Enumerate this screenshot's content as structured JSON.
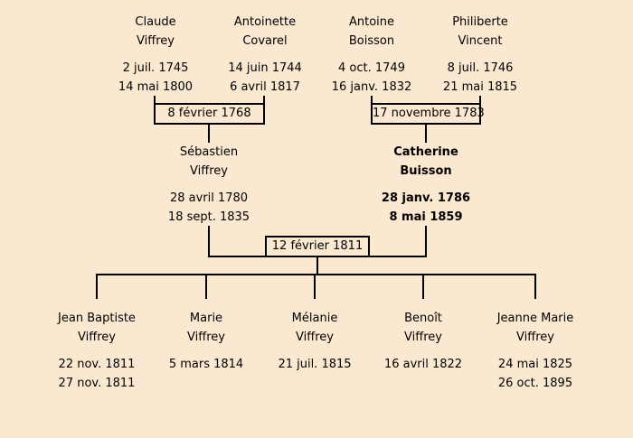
{
  "colors": {
    "background": "#fbe8d0",
    "line": "#000000",
    "text": "#000000"
  },
  "tree": {
    "gen1": [
      {
        "first": "Claude",
        "last": "Viffrey",
        "birth": "2 juil. 1745",
        "death": "14 mai 1800"
      },
      {
        "first": "Antoinette",
        "last": "Covarel",
        "birth": "14 juin 1744",
        "death": "6 avril 1817"
      },
      {
        "first": "Antoine",
        "last": "Boisson",
        "birth": "4 oct. 1749",
        "death": "16 janv. 1832"
      },
      {
        "first": "Philiberte",
        "last": "Vincent",
        "birth": "8 juil. 1746",
        "death": "21 mai 1815"
      }
    ],
    "marriages": [
      {
        "date": "8 février 1768"
      },
      {
        "date": "17 novembre 1783"
      },
      {
        "date": "12 février 1811"
      }
    ],
    "gen2": [
      {
        "first": "Sébastien",
        "last": "Viffrey",
        "birth": "28 avril 1780",
        "death": "18 sept. 1835"
      },
      {
        "first": "Catherine",
        "last": "Buisson",
        "birth": "28 janv. 1786",
        "death": "8 mai 1859"
      }
    ],
    "gen3": [
      {
        "first": "Jean Baptiste",
        "last": "Viffrey",
        "birth": "22 nov. 1811",
        "death": "27 nov. 1811"
      },
      {
        "first": "Marie",
        "last": "Viffrey",
        "birth": "5 mars 1814",
        "death": ""
      },
      {
        "first": "Mélanie",
        "last": "Viffrey",
        "birth": "21 juil. 1815",
        "death": ""
      },
      {
        "first": "Benoît",
        "last": "Viffrey",
        "birth": "16 avril 1822",
        "death": ""
      },
      {
        "first": "Jeanne Marie",
        "last": "Viffrey",
        "birth": "24 mai 1825",
        "death": "26 oct. 1895"
      }
    ]
  }
}
